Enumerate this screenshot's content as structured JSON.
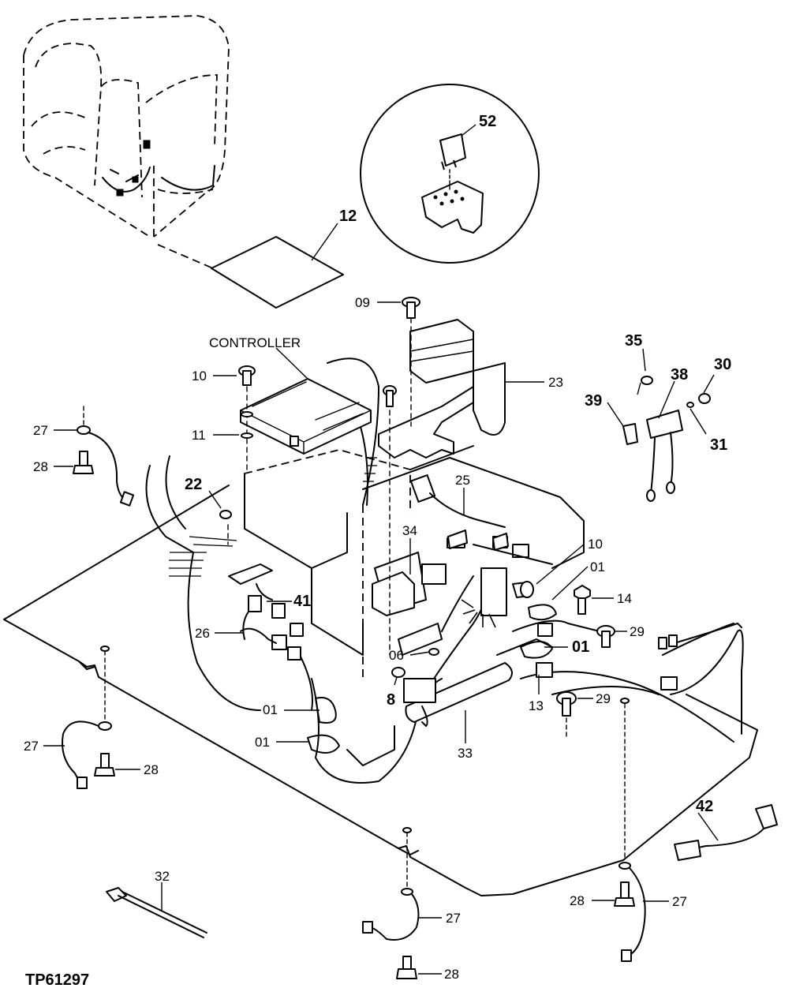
{
  "figure_id": "TP61297",
  "callouts": {
    "c01a": "01",
    "c01b": "01",
    "c01c": "01",
    "c01d": "01",
    "c06": "06",
    "c8": "8",
    "c09": "09",
    "c10a": "10",
    "c10b": "10",
    "c11": "11",
    "c12": "12",
    "c13": "13",
    "c14": "14",
    "c22": "22",
    "c23": "23",
    "c25": "25",
    "c26": "26",
    "c27a": "27",
    "c27b": "27",
    "c27c": "27",
    "c27d": "27",
    "c28a": "28",
    "c28b": "28",
    "c28c": "28",
    "c28d": "28",
    "c29a": "29",
    "c29b": "29",
    "c30": "30",
    "c31": "31",
    "c32": "32",
    "c33": "33",
    "c34": "34",
    "c35": "35",
    "c38": "38",
    "c39": "39",
    "c41": "41",
    "c42": "42",
    "c52": "52"
  },
  "labels": {
    "controller": "CONTROLLER"
  }
}
